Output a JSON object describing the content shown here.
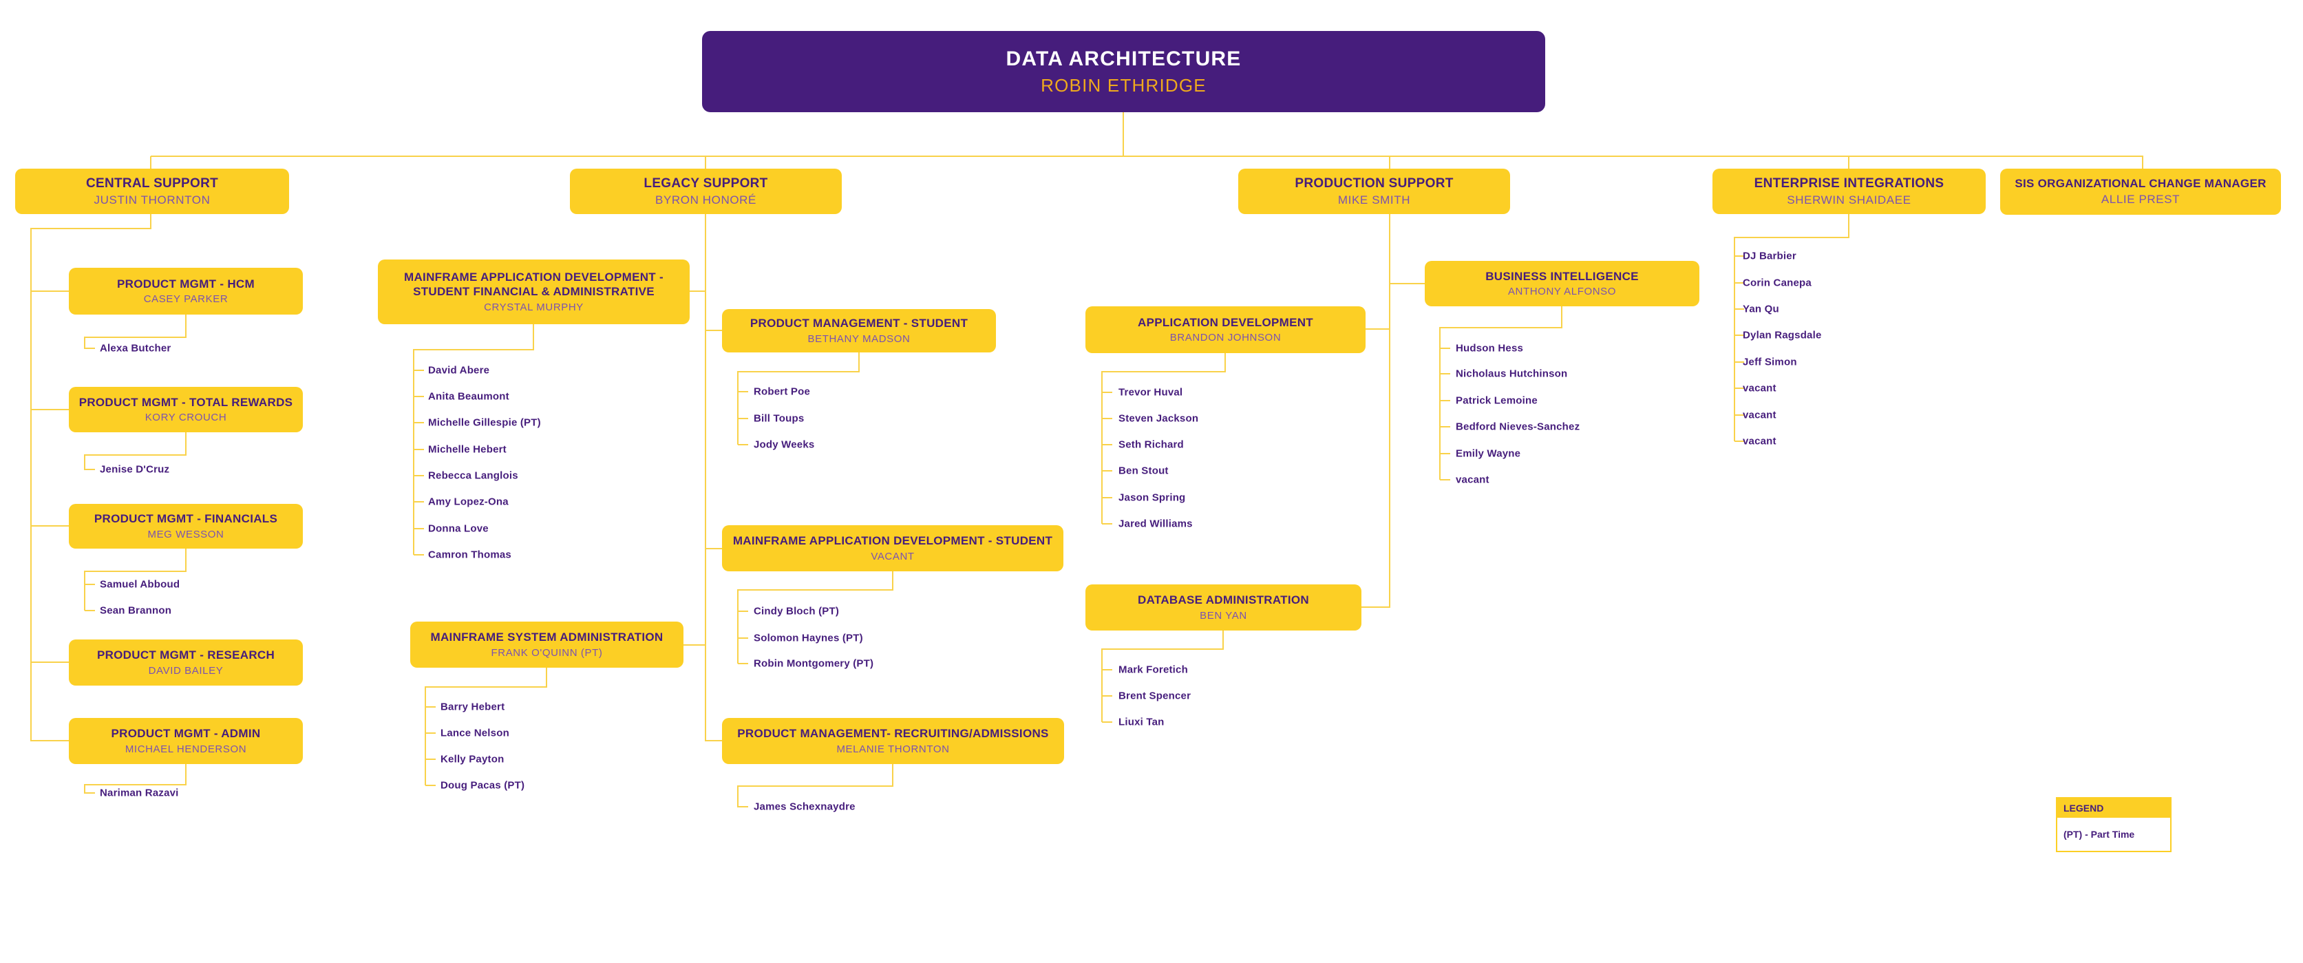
{
  "colors": {
    "purple": "#461D7C",
    "gold": "#FCCF25",
    "line_gold": "#F9D24A",
    "name_purple": "#7B52B0",
    "root_name_gold": "#EFA91D"
  },
  "root": {
    "title": "DATA ARCHITECTURE",
    "name": "ROBIN ETHRIDGE"
  },
  "central": {
    "title": "CENTRAL SUPPORT",
    "name": "JUSTIN THORNTON"
  },
  "hcm": {
    "title": "PRODUCT MGMT - HCM",
    "name": "CASEY PARKER",
    "staff": [
      "Alexa Butcher"
    ]
  },
  "rewards": {
    "title": "PRODUCT MGMT - TOTAL REWARDS",
    "name": "KORY CROUCH",
    "staff": [
      "Jenise D'Cruz"
    ]
  },
  "financials": {
    "title": "PRODUCT MGMT - FINANCIALS",
    "name": "MEG WESSON",
    "staff": [
      "Samuel Abboud",
      "Sean Brannon"
    ]
  },
  "research": {
    "title": "PRODUCT MGMT - RESEARCH",
    "name": "DAVID BAILEY",
    "staff": []
  },
  "admin": {
    "title": "PRODUCT MGMT - ADMIN",
    "name": "MICHAEL HENDERSON",
    "staff": [
      "Nariman Razavi"
    ]
  },
  "legacy": {
    "title": "LEGACY SUPPORT",
    "name": "BYRON HONORÉ"
  },
  "madsfa": {
    "title": "MAINFRAME APPLICATION  DEVELOPMENT - STUDENT FINANCIAL & ADMINISTRATIVE",
    "name": "CRYSTAL MURPHY",
    "staff": [
      "David Abere",
      "Anita Beaumont",
      "Michelle Gillespie (PT)",
      "Michelle Hebert",
      "Rebecca Langlois",
      "Amy Lopez-Ona",
      "Donna Love",
      "Camron Thomas"
    ]
  },
  "msa": {
    "title": "MAINFRAME SYSTEM ADMINISTRATION",
    "name": "FRANK O'QUINN (PT)",
    "staff": [
      "Barry Hebert",
      "Lance Nelson",
      "Kelly Payton",
      "Doug Pacas (PT)"
    ]
  },
  "pmstudent": {
    "title": "PRODUCT MANAGEMENT - STUDENT",
    "name": "BETHANY MADSON",
    "staff": [
      "Robert Poe",
      "Bill Toups",
      "Jody Weeks"
    ]
  },
  "madstudent": {
    "title": "MAINFRAME APPLICATION DEVELOPMENT - STUDENT",
    "name": "VACANT",
    "staff": [
      "Cindy Bloch (PT)",
      "Solomon Haynes (PT)",
      "Robin Montgomery (PT)"
    ]
  },
  "pmrecruit": {
    "title": "PRODUCT MANAGEMENT- RECRUITING/ADMISSIONS",
    "name": "MELANIE THORNTON",
    "staff": [
      "James Schexnaydre"
    ]
  },
  "production": {
    "title": "PRODUCTION SUPPORT",
    "name": "MIKE SMITH"
  },
  "appdev": {
    "title": "APPLICATION DEVELOPMENT",
    "name": "BRANDON JOHNSON",
    "staff": [
      "Trevor Huval",
      "Steven Jackson",
      "Seth Richard",
      "Ben Stout",
      "Jason Spring",
      "Jared Williams"
    ]
  },
  "dbadmin": {
    "title": "DATABASE ADMINISTRATION",
    "name": "BEN YAN",
    "staff": [
      "Mark Foretich",
      "Brent Spencer",
      "Liuxi Tan"
    ]
  },
  "bi": {
    "title": "BUSINESS INTELLIGENCE",
    "name": "ANTHONY ALFONSO",
    "staff": [
      "Hudson Hess",
      "Nicholaus Hutchinson",
      "Patrick Lemoine",
      "Bedford Nieves-Sanchez",
      "Emily Wayne",
      "vacant"
    ]
  },
  "ei": {
    "title": "ENTERPRISE INTEGRATIONS",
    "name": "SHERWIN SHAIDAEE",
    "staff": [
      "DJ Barbier",
      "Corin Canepa",
      "Yan Qu",
      "Dylan Ragsdale",
      "Jeff Simon",
      "vacant",
      "vacant",
      "vacant"
    ]
  },
  "sis": {
    "title": "SIS ORGANIZATIONAL CHANGE MANAGER",
    "name": "ALLIE PREST"
  },
  "legend": {
    "header": "LEGEND",
    "entry": "(PT) - Part Time"
  }
}
